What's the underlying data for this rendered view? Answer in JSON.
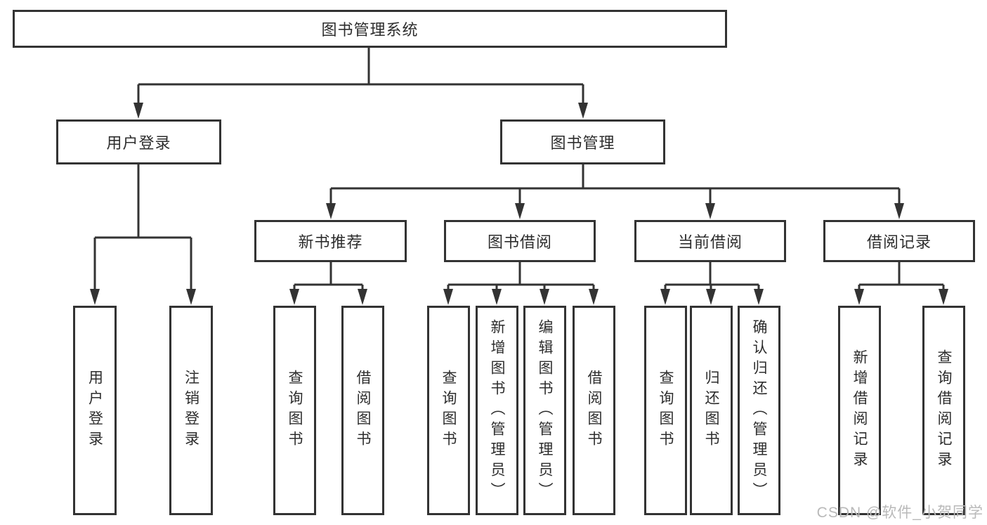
{
  "tree": {
    "root": {
      "label": "图书管理系统"
    },
    "branches": [
      {
        "label": "用户登录",
        "leaves": [
          {
            "label": "用户登录"
          },
          {
            "label": "注销登录"
          }
        ]
      },
      {
        "label": "图书管理",
        "groups": [
          {
            "label": "新书推荐",
            "leaves": [
              {
                "label": "查询图书"
              },
              {
                "label": "借阅图书"
              }
            ]
          },
          {
            "label": "图书借阅",
            "leaves": [
              {
                "label": "查询图书"
              },
              {
                "label": "新增图书（管理员）"
              },
              {
                "label": "编辑图书（管理员）"
              },
              {
                "label": "借阅图书"
              }
            ]
          },
          {
            "label": "当前借阅",
            "leaves": [
              {
                "label": "查询图书"
              },
              {
                "label": "归还图书"
              },
              {
                "label": "确认归还（管理员）"
              }
            ]
          },
          {
            "label": "借阅记录",
            "leaves": [
              {
                "label": "新增借阅记录"
              },
              {
                "label": "查询借阅记录"
              }
            ]
          }
        ]
      }
    ]
  },
  "watermark": {
    "text": "CSDN @软件_小贺同学"
  },
  "colors": {
    "line": "#333333",
    "box_border": "#333333",
    "box_fill": "#ffffff",
    "background": "#ffffff",
    "watermark": "#b9b9b9"
  }
}
